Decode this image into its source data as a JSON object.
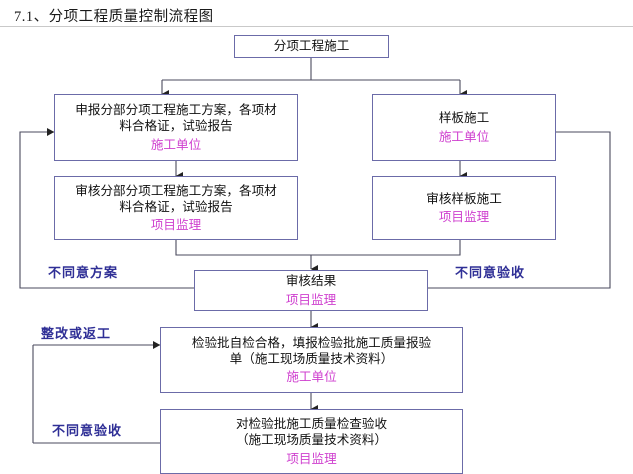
{
  "page": {
    "title": "7.1、分项工程质量控制流程图",
    "border_color": "#6b6ba8",
    "role_color": "#cf3fcf",
    "label_color": "#2f2f96",
    "connector_color": "#3a3a3a"
  },
  "nodes": {
    "start": {
      "id": "fenxiang-gongcheng-shigong",
      "main": "分项工程施工",
      "role": ""
    },
    "declare_plan": {
      "id": "shenbao-fangan",
      "main": "申报分部分项工程施工方案，各项材\n料合格证，试验报告",
      "role": "施工单位"
    },
    "sample_build": {
      "id": "yangban-shigong",
      "main": "样板施工",
      "role": "施工单位"
    },
    "review_plan": {
      "id": "shenhe-fangan",
      "main": "审核分部分项工程施工方案，各项材\n料合格证，试验报告",
      "role": "项目监理"
    },
    "review_sample": {
      "id": "shenhe-yangban-shigong",
      "main": "审核样板施工",
      "role": "项目监理"
    },
    "review_result": {
      "id": "shenhe-jieguo",
      "main": "审核结果",
      "role": "项目监理"
    },
    "self_check": {
      "id": "jianyanpi-zijian",
      "main": "检验批自检合格，填报检验批施工质量报验\n单（施工现场质量技术资料）",
      "role": "施工单位"
    },
    "acceptance": {
      "id": "jianyanpi-yanshou",
      "main": "对检验批施工质量检查验收\n（施工现场质量技术资料）",
      "role": "项目监理"
    }
  },
  "edge_labels": {
    "disagree_plan": "不同意方案",
    "disagree_acceptance_right": "不同意验收",
    "rectify_or_rework": "整改或返工",
    "disagree_acceptance_left": "不同意验收"
  }
}
